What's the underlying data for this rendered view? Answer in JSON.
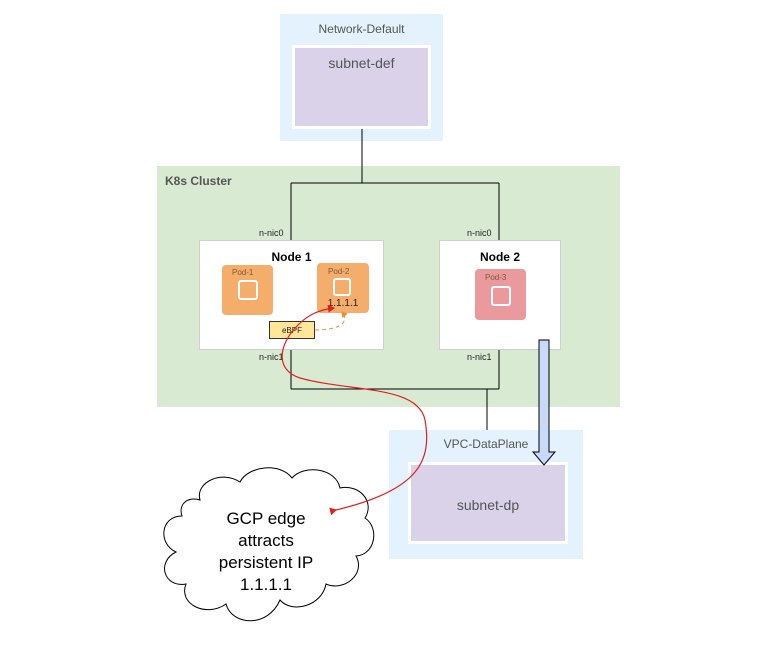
{
  "network_default": {
    "label": "Network-Default",
    "subnet_label": "subnet-def"
  },
  "cluster": {
    "label": "K8s Cluster"
  },
  "node1": {
    "title": "Node 1",
    "nic0": "n-nic0",
    "nic1": "n-nic1",
    "pod1": {
      "label": "Pod-1"
    },
    "pod2": {
      "label": "Pod-2",
      "ip": "1.1.1.1"
    },
    "ebpf_label": "eBPF"
  },
  "node2": {
    "title": "Node 2",
    "nic0": "n-nic0",
    "nic1": "n-nic1",
    "pod3": {
      "label": "Pod-3"
    }
  },
  "vpc_dataplane": {
    "label": "VPC-DataPlane",
    "subnet_label": "subnet-dp"
  },
  "cloud": {
    "lines": [
      "GCP edge",
      "attracts",
      "persistent IP",
      "1.1.1.1"
    ]
  },
  "colors": {
    "network_bg": "#e3f2fc",
    "subnet_bg": "#d9d2e9",
    "cluster_bg": "#d9ead3",
    "pod_orange": "#f4ad6a",
    "pod_red": "#ea9a9c",
    "ebpf_bg": "#ffe699",
    "route_red": "#e02020",
    "ebpf_link": "#e69138",
    "big_arrow_fill": "#c9daf8"
  }
}
